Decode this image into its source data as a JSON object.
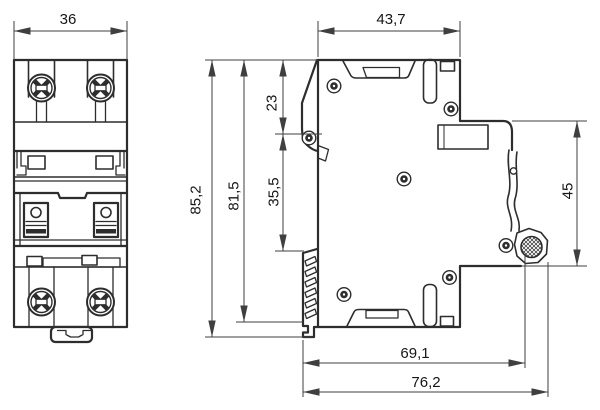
{
  "drawing": {
    "type": "technical-dimension-drawing",
    "subject": "din-rail-circuit-breaker-2-pole",
    "views": [
      "front-view",
      "side-view"
    ],
    "units_shown": false
  },
  "style": {
    "line_color": "#2d2d2d",
    "dim_line_color": "#3f3f3f",
    "text_color": "#161616",
    "background": "#ffffff"
  },
  "dimensions": {
    "front_width": "36",
    "top_depth": "43,7",
    "handle_recess_height": "23",
    "total_height": "85,2",
    "body_height": "81,5",
    "front_face_height": "35,5",
    "din_rail_height": "45",
    "depth_to_rail_seat": "69,1",
    "total_depth": "76,2"
  }
}
